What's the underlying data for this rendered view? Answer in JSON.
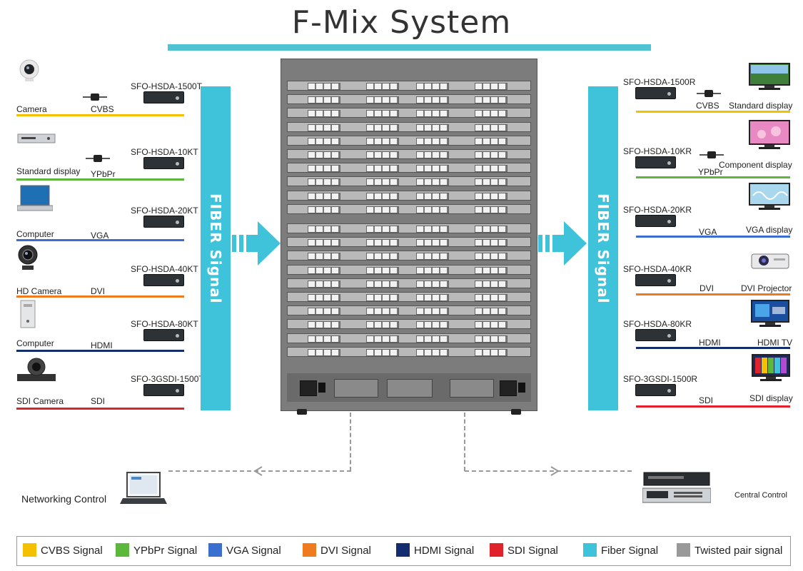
{
  "title": "F-Mix System",
  "fiber_label": "FIBER Signal",
  "colors": {
    "cvbs": "#f5c000",
    "ypbpr": "#5cb83c",
    "vga": "#3a6fd0",
    "dvi": "#f07a1e",
    "hdmi": "#132d6e",
    "sdi": "#e0232a",
    "fiber": "#3fc3db",
    "twisted": "#999999"
  },
  "inputs": [
    {
      "device": "Camera",
      "model": "SFO-HSDA-1500T",
      "signal": "CVBS",
      "color": "#f5c000",
      "icon": "webcam-icon"
    },
    {
      "device": "Standard display",
      "model": "SFO-HSDA-10KT",
      "signal": "YPbPr",
      "color": "#5cb83c",
      "icon": "dvd-player-icon"
    },
    {
      "device": "Computer",
      "model": "SFO-HSDA-20KT",
      "signal": "VGA",
      "color": "#3a6fd0",
      "icon": "laptop-icon"
    },
    {
      "device": "HD Camera",
      "model": "SFO-HSDA-40KT",
      "signal": "DVI",
      "color": "#f07a1e",
      "icon": "hd-camera-icon"
    },
    {
      "device": "Computer",
      "model": "SFO-HSDA-80KT",
      "signal": "HDMI",
      "color": "#132d6e",
      "icon": "pc-tower-icon"
    },
    {
      "device": "SDI Camera",
      "model": "SFO-3GSDI-1500T",
      "signal": "SDI",
      "color": "#e0232a",
      "icon": "ptz-camera-icon"
    }
  ],
  "outputs": [
    {
      "device": "Standard display",
      "model": "SFO-HSDA-1500R",
      "signal": "CVBS",
      "color": "#f5c000",
      "icon": "monitor-icon"
    },
    {
      "device": "Component display",
      "model": "SFO-HSDA-10KR",
      "signal": "YPbPr",
      "color": "#5cb83c",
      "icon": "monitor-icon"
    },
    {
      "device": "VGA display",
      "model": "SFO-HSDA-20KR",
      "signal": "VGA",
      "color": "#3a6fd0",
      "icon": "monitor-icon"
    },
    {
      "device": "DVI Projector",
      "model": "SFO-HSDA-40KR",
      "signal": "DVI",
      "color": "#f07a1e",
      "icon": "projector-icon"
    },
    {
      "device": "HDMI TV",
      "model": "SFO-HSDA-80KR",
      "signal": "HDMI",
      "color": "#132d6e",
      "icon": "monitor-icon"
    },
    {
      "device": "SDI display",
      "model": "SFO-3GSDI-1500R",
      "signal": "SDI",
      "color": "#e0232a",
      "icon": "monitor-icon"
    }
  ],
  "controls": {
    "networking": "Networking Control",
    "central": "Central Control"
  },
  "legend": [
    {
      "label": "CVBS Signal",
      "color": "#f5c000"
    },
    {
      "label": "YPbPr Signal",
      "color": "#5cb83c"
    },
    {
      "label": "VGA Signal",
      "color": "#3a6fd0"
    },
    {
      "label": "DVI Signal",
      "color": "#f07a1e"
    },
    {
      "label": "HDMI Signal",
      "color": "#132d6e"
    },
    {
      "label": "SDI Signal",
      "color": "#e0232a"
    },
    {
      "label": "Fiber Signal",
      "color": "#3fc3db"
    },
    {
      "label": "Twisted pair signal",
      "color": "#999999"
    }
  ]
}
